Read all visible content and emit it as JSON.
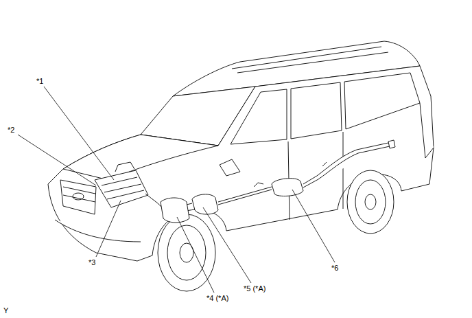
{
  "diagram": {
    "labels": [
      "*1",
      "*2",
      "*3",
      "*4 (*A)",
      "*5 (*A)",
      "*6",
      "Y"
    ]
  }
}
